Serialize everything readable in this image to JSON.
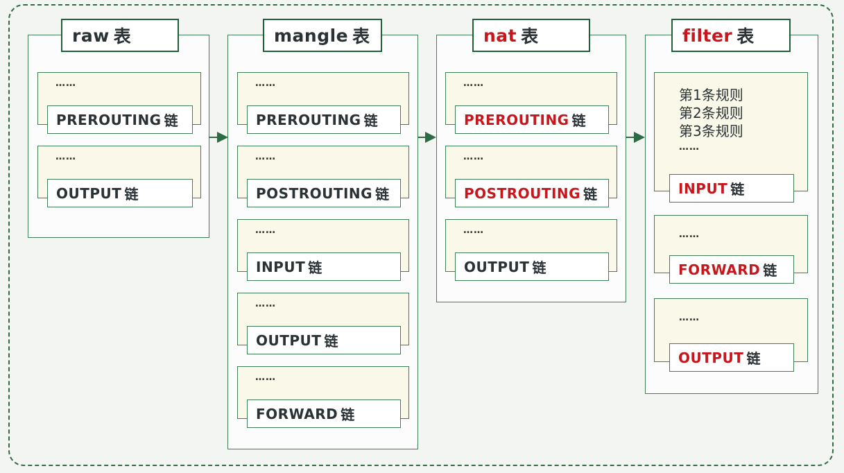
{
  "chain_suffix": "链",
  "table_suffix": "表",
  "ellipsis": "……",
  "tables": {
    "raw": {
      "name": "raw",
      "chains": [
        "PREROUTING",
        "OUTPUT"
      ]
    },
    "mangle": {
      "name": "mangle",
      "chains": [
        "PREROUTING",
        "POSTROUTING",
        "INPUT",
        "OUTPUT",
        "FORWARD"
      ]
    },
    "nat": {
      "name": "nat",
      "chains": [
        "PREROUTING",
        "POSTROUTING",
        "OUTPUT"
      ]
    },
    "filter": {
      "name": "filter",
      "rules": [
        "第1条规则",
        "第2条规则",
        "第3条规则"
      ],
      "chains": [
        "INPUT",
        "FORWARD",
        "OUTPUT"
      ]
    }
  },
  "colors": {
    "border": "#3f7d56",
    "title_border": "#1f5e36",
    "accent_red": "#c8161d",
    "chain_bg": "#faf9e9"
  }
}
